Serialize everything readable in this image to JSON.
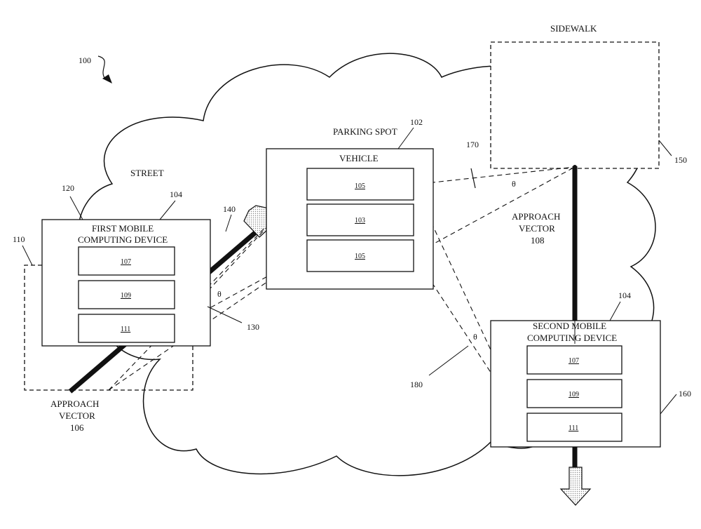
{
  "figure_ref": "100",
  "labels": {
    "sidewalk": "SIDEWALK",
    "street": "STREET",
    "parking_spot": "PARKING SPOT"
  },
  "refs": {
    "r102": "102",
    "r104a": "104",
    "r104b": "104",
    "r110": "110",
    "r120": "120",
    "r130": "130",
    "r140": "140",
    "r150": "150",
    "r160": "160",
    "r170": "170",
    "r180": "180"
  },
  "vehicle": {
    "title": "VEHICLE",
    "modules": [
      "105",
      "103",
      "105"
    ]
  },
  "first_device": {
    "title_line1": "FIRST MOBILE",
    "title_line2": "COMPUTING DEVICE",
    "modules": [
      "107",
      "109",
      "111"
    ]
  },
  "second_device": {
    "title_line1": "SECOND MOBILE",
    "title_line2": "COMPUTING DEVICE",
    "modules": [
      "107",
      "109",
      "111"
    ]
  },
  "vectors": {
    "v106": {
      "line1": "APPROACH",
      "line2": "VECTOR",
      "line3": "106"
    },
    "v108": {
      "line1": "APPROACH",
      "line2": "VECTOR",
      "line3": "108"
    }
  },
  "angles": {
    "theta": "θ"
  }
}
